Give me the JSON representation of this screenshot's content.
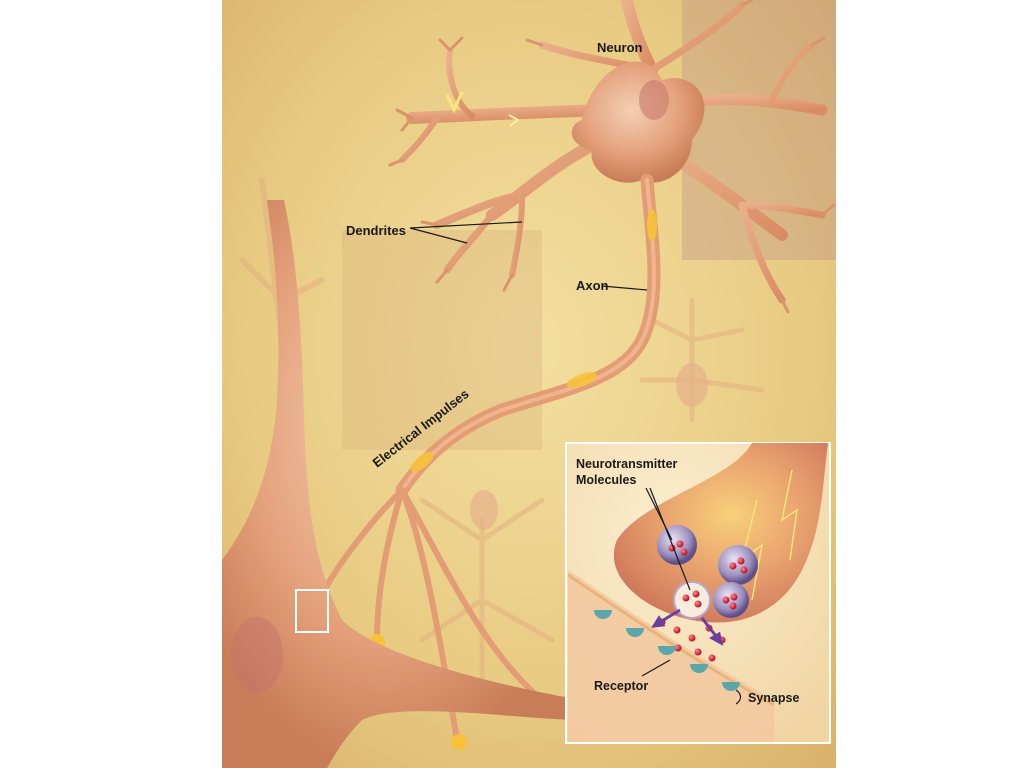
{
  "figure": {
    "labels": {
      "neuron": "Neuron",
      "dendrites": "Dendrites",
      "axon": "Axon",
      "impulses": "Electrical Impulses"
    },
    "inset": {
      "title_line1": "Neurotransmitter",
      "title_line2": "Molecules",
      "receptor": "Receptor",
      "synapse": "Synapse"
    },
    "colors": {
      "background": "#ecd28a",
      "neuron_body": "#e4a27c",
      "impulse": "#f6c238",
      "inset_border": "#ffffff"
    }
  }
}
